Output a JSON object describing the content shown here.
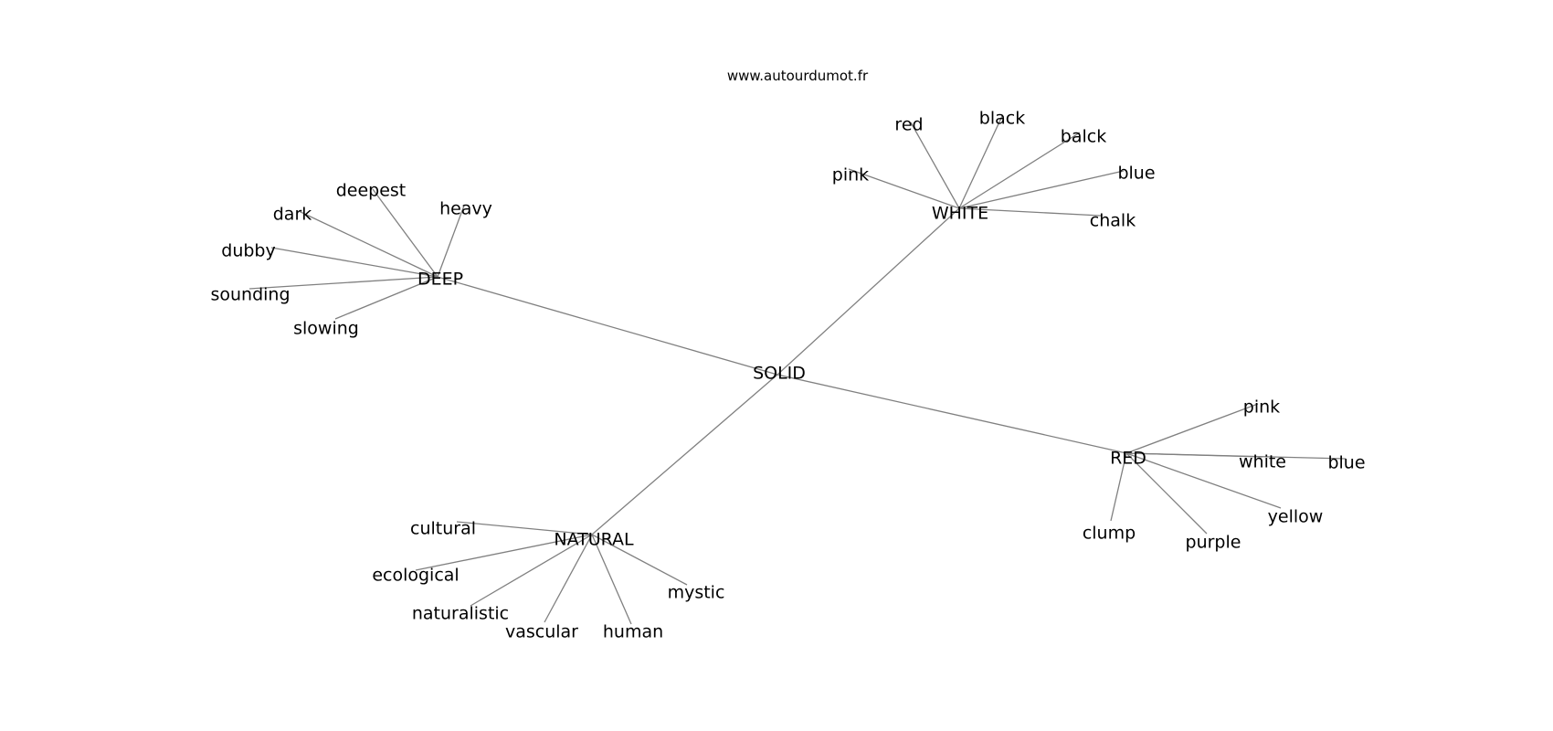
{
  "watermark": "www.autourdumot.fr",
  "colors": {
    "background": "#ffffff",
    "edge": "#808080",
    "text": "#000000"
  },
  "graph": {
    "center": "SOLID",
    "hubs": [
      {
        "id": "deep",
        "label": "DEEP",
        "children": [
          "deepest",
          "heavy",
          "dark",
          "dubby",
          "sounding",
          "slowing"
        ]
      },
      {
        "id": "white",
        "label": "WHITE",
        "children": [
          "red",
          "black",
          "balck",
          "pink",
          "blue",
          "chalk"
        ]
      },
      {
        "id": "red",
        "label": "RED",
        "children": [
          "pink",
          "white",
          "blue",
          "yellow",
          "purple",
          "clump"
        ]
      },
      {
        "id": "natural",
        "label": "NATURAL",
        "children": [
          "cultural",
          "ecological",
          "naturalistic",
          "vascular",
          "human",
          "mystic"
        ]
      }
    ]
  }
}
